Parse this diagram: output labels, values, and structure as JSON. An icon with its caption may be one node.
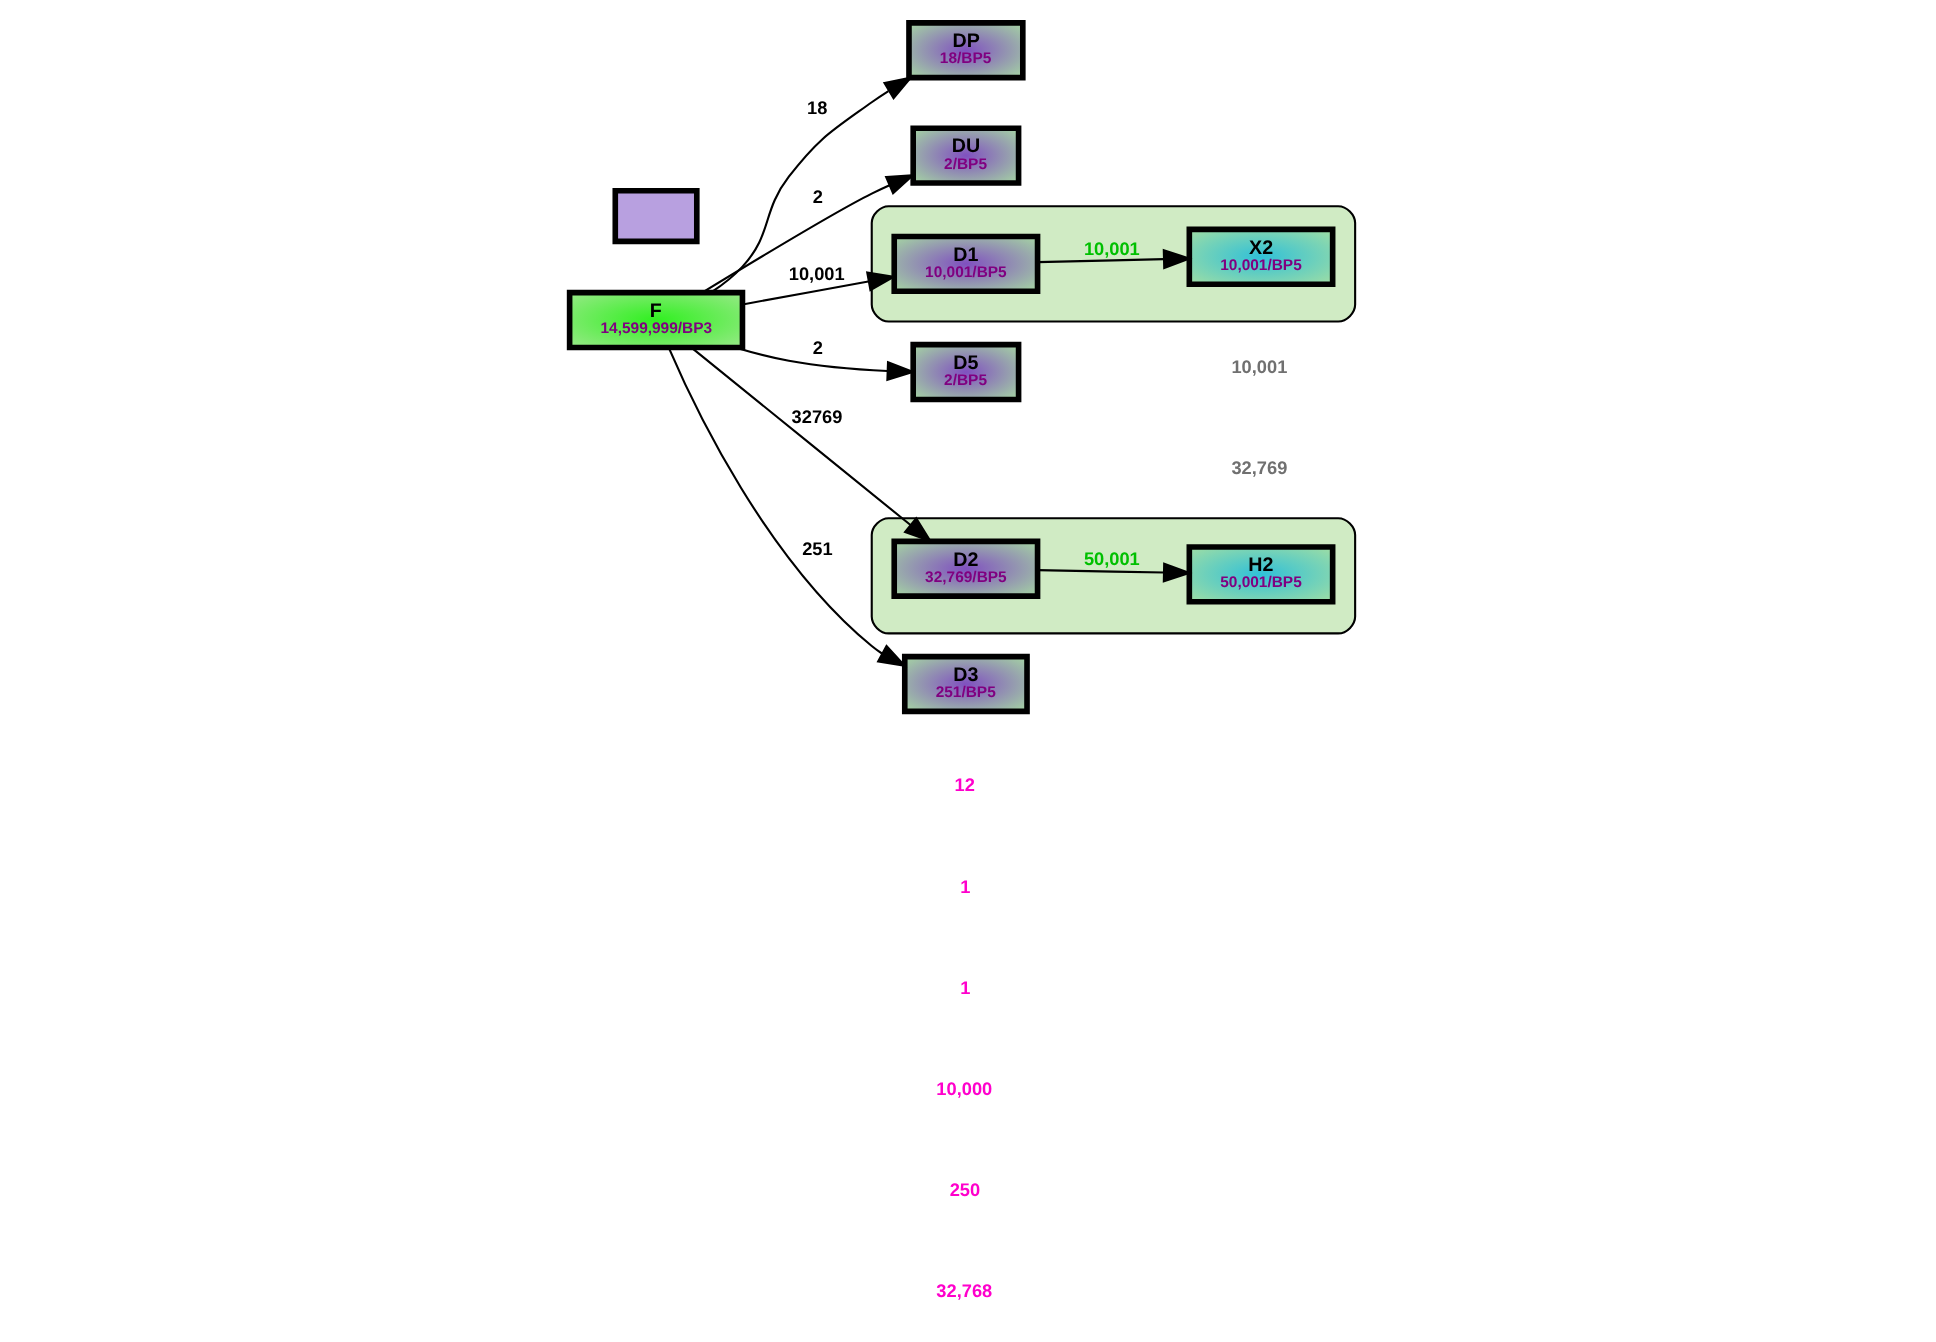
{
  "diagram": {
    "nodes": [
      {
        "text": [
          "DP",
          "18/BP5"
        ]
      },
      {
        "text": [
          "DU",
          "2/BP5"
        ]
      },
      {
        "text": [],
        "shape": "ellipse"
      },
      {
        "text": [
          "X2",
          "10,001/BP5"
        ],
        "in": 2
      },
      {
        "text": [
          "D5",
          "2/BP5"
        ]
      },
      {
        "text": [
          "F",
          "14,599,999/BP3"
        ]
      },
      {
        "text": [
          "D1",
          "10,001/BP5"
        ],
        "in": 2
      },
      {
        "text": [],
        "shape": "ellipse"
      },
      {
        "text": [
          "D2",
          "32,769/BP5"
        ],
        "in": 7
      },
      {
        "text": [
          "D3",
          "251/BP5"
        ]
      },
      {
        "text": [
          "H2",
          "50,001/BP5"
        ],
        "in": 7
      },
      {
        "text": [],
        "shape": "box"
      }
    ],
    "edges": [
      {
        "from": 5,
        "to": 0,
        "arrow": "to",
        "label": "18"
      },
      {
        "from": 5,
        "to": 1,
        "arrow": "to",
        "label": "2"
      },
      {
        "from": 5,
        "to": 4,
        "arrow": "to",
        "label": "2"
      },
      {
        "from": 5,
        "to": 6,
        "arrow": "to",
        "label": "10,001"
      },
      {
        "from": 5,
        "to": 9,
        "arrow": "to",
        "label": "251"
      },
      {
        "from": 5,
        "to": 8,
        "arrow": "to",
        "label": "32769"
      },
      {
        "from": 6,
        "to": 3,
        "arrow": "to",
        "label": "10,001"
      },
      {
        "from": 8,
        "to": 10,
        "arrow": "to",
        "label": "50,001"
      }
    ],
    "labels": [
      "10,001",
      "12",
      "1",
      "1",
      "10,000",
      "250",
      "32,768",
      "32,769"
    ]
  }
}
